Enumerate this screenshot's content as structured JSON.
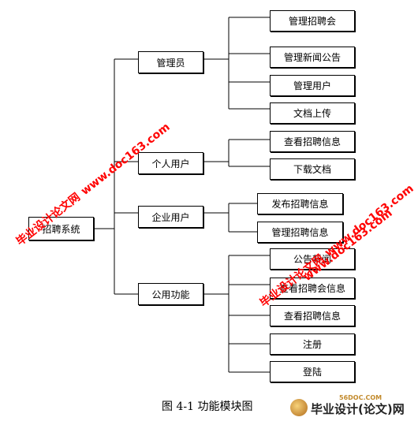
{
  "diagram": {
    "root": "招聘系统",
    "modules": [
      {
        "label": "管理员",
        "children": [
          "管理招聘会",
          "管理新闻公告",
          "管理用户",
          "文档上传"
        ]
      },
      {
        "label": "个人用户",
        "children": [
          "查看招聘信息",
          "下载文档"
        ]
      },
      {
        "label": "企业用户",
        "children": [
          "发布招聘信息",
          "管理招聘信息"
        ]
      },
      {
        "label": "公用功能",
        "children": [
          "公告新闻",
          "查看招聘会信息",
          "查看招聘信息",
          "注册",
          "登陆"
        ]
      }
    ]
  },
  "caption": "图 4-1 功能模块图",
  "watermarks": [
    {
      "cn": "毕业设计论文网",
      "url": "www.doc163.com"
    },
    {
      "cn": "毕业设计论文网",
      "url": "www.doc163.com"
    },
    {
      "cn": "毕业设计论文网",
      "url": "www.doc163.com"
    }
  ],
  "logo": {
    "small": "56DOC.COM",
    "text": "毕业设计(论文)网"
  },
  "colors": {
    "line": "#000000",
    "box_border": "#000000",
    "watermark": "#ff0000"
  }
}
